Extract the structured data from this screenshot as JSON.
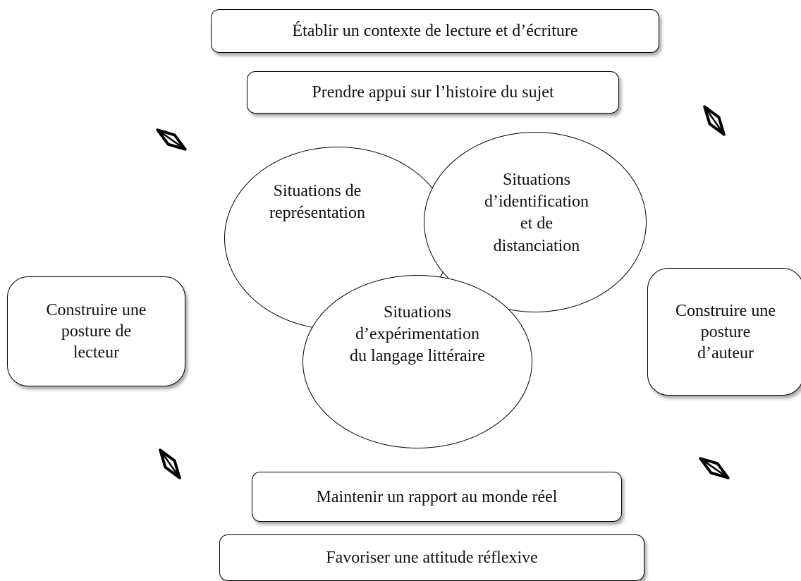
{
  "top_boxes": {
    "box1": "Établir un contexte de lecture et d’écriture",
    "box2": "Prendre appui sur l’histoire du sujet"
  },
  "bottom_boxes": {
    "box1": "Maintenir un rapport au monde réel",
    "box2": "Favoriser une attitude réflexive"
  },
  "side_boxes": {
    "left_line1": "Construire une",
    "left_line2": "posture de",
    "left_line3": "lecteur",
    "right_line1": "Construire une",
    "right_line2": "posture",
    "right_line3": "d’auteur"
  },
  "ellipses": {
    "representation_line1": "Situations de",
    "representation_line2": "représentation",
    "identification_line1": "Situations",
    "identification_line2": "d’identification",
    "identification_line3": "et de",
    "identification_line4": "distanciation",
    "experimentation_line1": "Situations",
    "experimentation_line2": "d’expérimentation",
    "experimentation_line3": "du langage littéraire"
  },
  "icons": [
    "arrow-upper-left",
    "arrow-upper-right",
    "arrow-lower-left",
    "arrow-lower-right"
  ]
}
